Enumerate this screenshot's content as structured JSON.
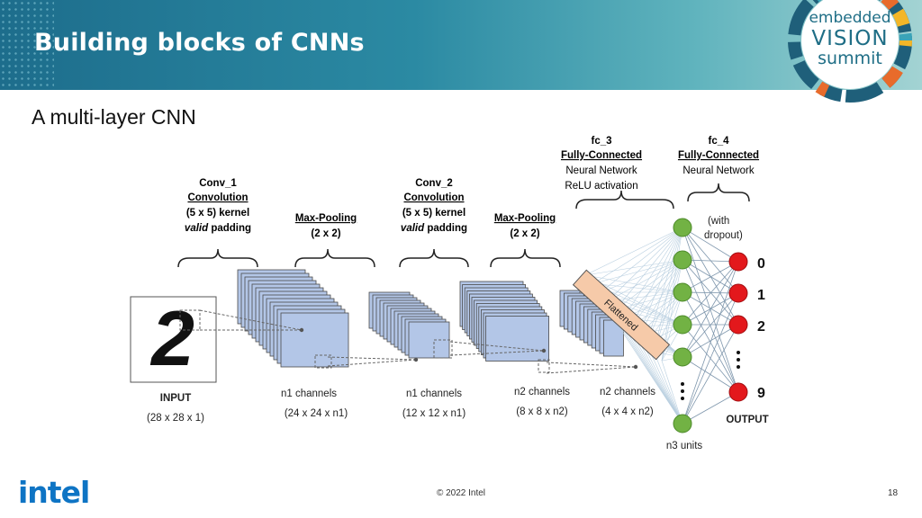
{
  "slide": {
    "title": "Building blocks of CNNs",
    "subtitle": "A multi-layer CNN",
    "footer_logo": "intel",
    "copyright": "© 2022 Intel",
    "page_number": "18"
  },
  "logo": {
    "line1": "embedded",
    "line2": "VISION",
    "line3": "summit"
  },
  "diagram": {
    "stages": [
      {
        "line1": "Conv_1",
        "line2": "Convolution",
        "line3": "(5 x 5) kernel",
        "line4_italic": "valid",
        "line4_rest": " padding"
      },
      {
        "line1": "Max-Pooling",
        "line2": "(2 x 2)"
      },
      {
        "line1": "Conv_2",
        "line2": "Convolution",
        "line3": "(5 x 5) kernel",
        "line4_italic": "valid",
        "line4_rest": " padding"
      },
      {
        "line1": "Max-Pooling",
        "line2": "(2 x 2)"
      },
      {
        "line1": "fc_3",
        "line2": "Fully-Connected",
        "line3": "Neural Network",
        "line4": "ReLU activation"
      },
      {
        "line1": "fc_4",
        "line2": "Fully-Connected",
        "line3": "Neural Network"
      }
    ],
    "input": {
      "digit": "2",
      "label": "INPUT",
      "dims": "(28 x 28 x 1)"
    },
    "volumes": [
      {
        "label": "n1 channels",
        "dims": "(24 x 24 x n1)"
      },
      {
        "label": "n1 channels",
        "dims": "(12 x 12 x n1)"
      },
      {
        "label": "n2 channels",
        "dims": "(8 x 8 x n2)"
      },
      {
        "label": "n2 channels",
        "dims": "(4 x 4 x n2)"
      }
    ],
    "flattened_label": "Flattened",
    "dropout_line1": "(with",
    "dropout_line2": "dropout)",
    "hidden_units_label": "n3 units",
    "outputs": [
      "0",
      "1",
      "2",
      "9"
    ],
    "output_label": "OUTPUT",
    "colors": {
      "volume_fill": "#b3c6e7",
      "flatten_fill": "#f6caa9",
      "hidden_node": "#72b244",
      "output_node": "#e3181c"
    }
  }
}
